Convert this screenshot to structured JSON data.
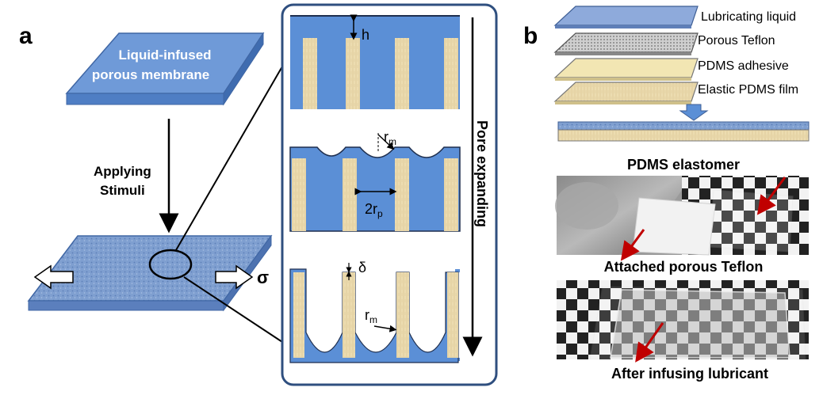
{
  "panel_a": {
    "letter": "a",
    "membrane_label_line1": "Liquid-infused",
    "membrane_label_line2": "porous membrane",
    "arrow_label_line1": "Applying",
    "arrow_label_line2": "Stimuli",
    "stress_symbol": "σ",
    "inset": {
      "thickness_label": "h",
      "meniscus_radius_base": "r",
      "meniscus_radius_sub": "m",
      "pore_diameter_base": "2r",
      "pore_diameter_sub": "p",
      "film_label": "δ",
      "meniscus_radius2_base": "r",
      "meniscus_radius2_sub": "m",
      "direction_label": "Pore expanding"
    }
  },
  "panel_b": {
    "letter": "b",
    "layers": [
      {
        "label": "Lubricating liquid",
        "color": "#8eaadb"
      },
      {
        "label": "Porous Teflon",
        "color": "#bfbfbf"
      },
      {
        "label": "PDMS adhesive",
        "color": "#f2e6b3"
      },
      {
        "label": "Elastic PDMS film",
        "color": "#f5e9c6"
      }
    ],
    "photo1_caption": "PDMS elastomer",
    "photo2_caption": "Attached porous Teflon",
    "photo3_caption": "After infusing lubricant"
  },
  "colors": {
    "liquid_blue": "#5b8fd6",
    "pillar_tan": "#e8d6a8",
    "outline_navy": "#2f4f7f",
    "annotation_red": "#c00000"
  }
}
